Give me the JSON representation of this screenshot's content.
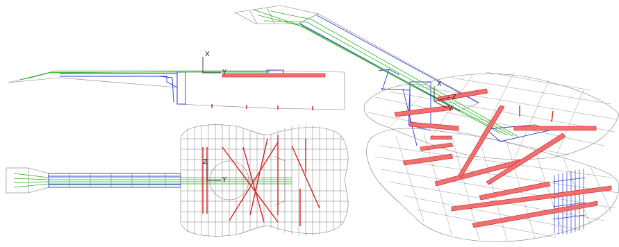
{
  "views": {
    "side": {
      "axis_x": "X",
      "axis_y": "Y"
    },
    "top": {
      "axis_z": "Z",
      "axis_y": "Y"
    },
    "iso": {
      "axis_x": "X",
      "axis_z": "Z",
      "axis_y": "Y"
    }
  },
  "colors": {
    "wireframe": "#7a7a7a",
    "neck": "#2a34d8",
    "strings": "#1fb51f",
    "braces": "#d42020",
    "background": "#ffffff"
  }
}
